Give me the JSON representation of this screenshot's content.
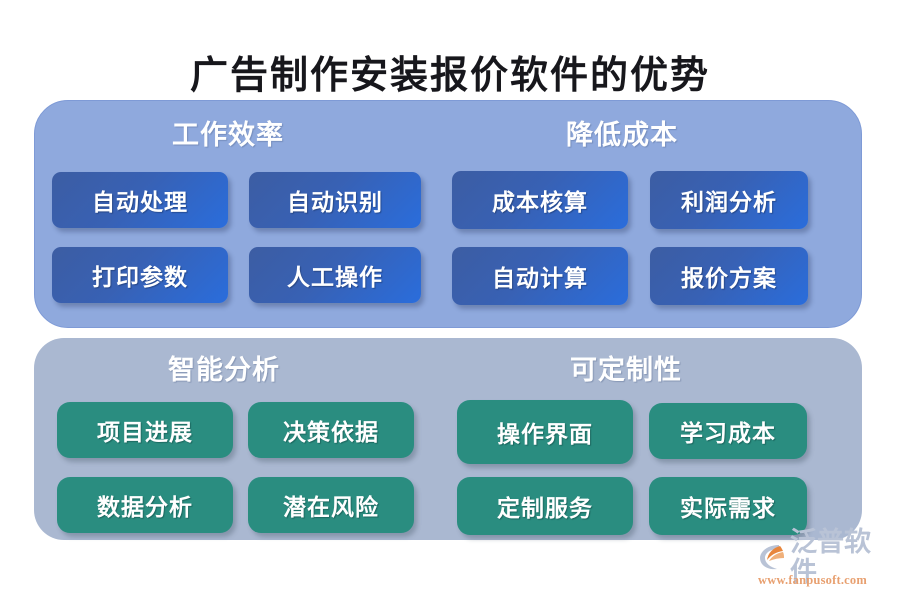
{
  "page": {
    "title": "广告制作安装报价软件的优势"
  },
  "sections": [
    {
      "id": "efficiency-panel",
      "theme_color": "#8fa9dd",
      "groups": [
        {
          "id": "work-efficiency",
          "header": "工作效率",
          "cards": [
            "自动处理",
            "自动识别",
            "打印参数",
            "人工操作"
          ]
        },
        {
          "id": "cost-reduction",
          "header": "降低成本",
          "cards": [
            "成本核算",
            "利润分析",
            "自动计算",
            "报价方案"
          ]
        }
      ]
    },
    {
      "id": "analysis-panel",
      "theme_color": "#aab8d1",
      "groups": [
        {
          "id": "intelligent-analysis",
          "header": "智能分析",
          "cards": [
            "项目进展",
            "决策依据",
            "数据分析",
            "潜在风险"
          ]
        },
        {
          "id": "customizability",
          "header": "可定制性",
          "cards": [
            "操作界面",
            "学习成本",
            "定制服务",
            "实际需求"
          ]
        }
      ]
    }
  ],
  "colors": {
    "card_blue_start": "#3c5da3",
    "card_blue_end": "#2a6ddc",
    "card_teal": "#2a8d80",
    "panel_blue": "#8fa9dd",
    "panel_gray": "#aab8d1",
    "title_text": "#17171c",
    "logo_text": "#b9c3d6",
    "logo_url": "#e8a070",
    "logo_accent": "#e8863c"
  },
  "logo": {
    "brand": "泛普软件",
    "url": "www.fanpusoft.com"
  }
}
